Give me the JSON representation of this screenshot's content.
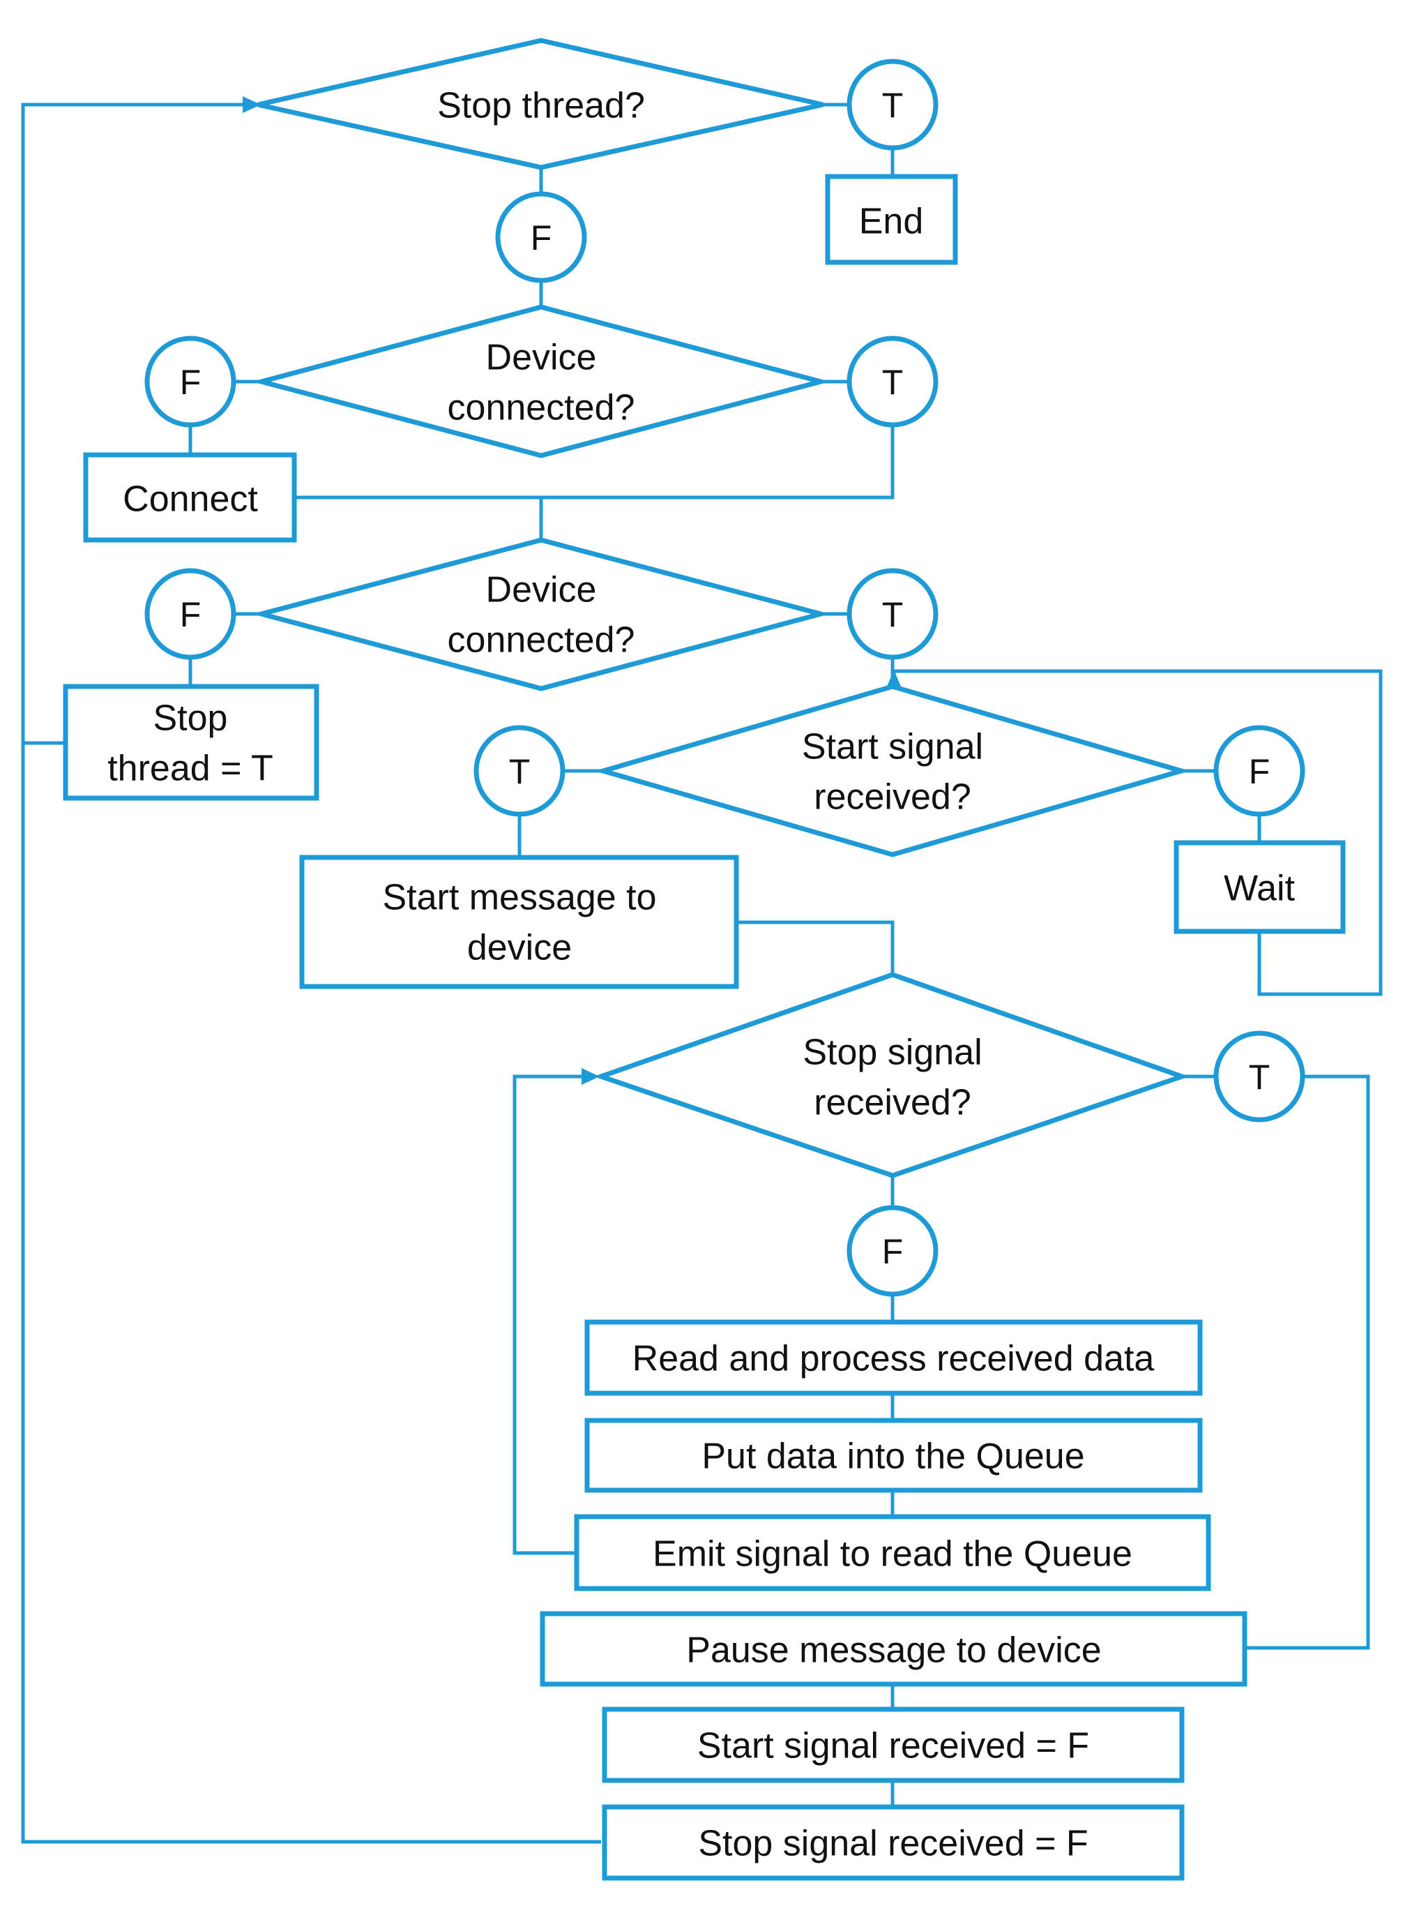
{
  "decisions": {
    "stop_thread": [
      "Stop thread?"
    ],
    "device_connected_1": [
      "Device",
      "connected?"
    ],
    "device_connected_2": [
      "Device",
      "connected?"
    ],
    "start_signal": [
      "Start signal",
      "received?"
    ],
    "stop_signal": [
      "Stop signal",
      "received?"
    ]
  },
  "boxes": {
    "end": [
      "End"
    ],
    "connect": [
      "Connect"
    ],
    "stop_thread_true": [
      "Stop",
      "thread = T"
    ],
    "start_message": [
      "Start message to",
      "device"
    ],
    "wait": [
      "Wait"
    ],
    "read_process": [
      "Read and process received data"
    ],
    "put_data": [
      "Put data into the Queue"
    ],
    "emit_signal": [
      "Emit signal to read the Queue"
    ],
    "pause_message": [
      "Pause message to device"
    ],
    "start_signal_false": [
      "Start signal received = F"
    ],
    "stop_signal_false": [
      "Stop signal received = F"
    ]
  },
  "outcomes": {
    "stop_thread_true": "T",
    "stop_thread_false": "F",
    "connected1_false": "F",
    "connected1_true": "T",
    "connected2_false": "F",
    "connected2_true": "T",
    "start_signal_true": "T",
    "start_signal_false": "F",
    "stop_signal_true": "T",
    "stop_signal_false": "F"
  },
  "colors": {
    "stroke": "#1e9bd7",
    "text": "#111111",
    "background": "#ffffff"
  }
}
